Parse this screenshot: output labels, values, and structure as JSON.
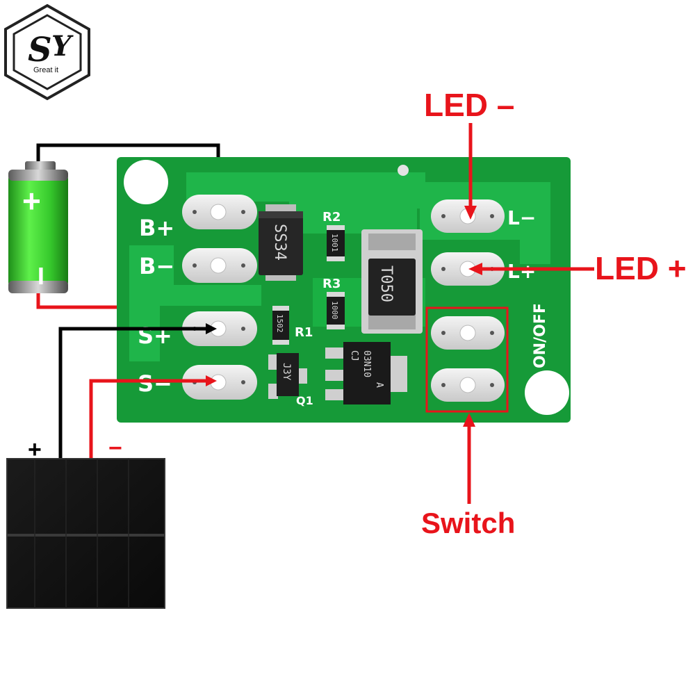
{
  "logo": {
    "monogram_s": "S",
    "monogram_y": "Y",
    "tagline": "Great it"
  },
  "battery": {
    "plus_symbol": "+",
    "minus_symbol": "−"
  },
  "solar_panel": {
    "plus_label": "+",
    "minus_label": "−"
  },
  "board": {
    "pad_labels": [
      "B+",
      "B−",
      "S+",
      "S−"
    ],
    "led_pad_labels": [
      "L−",
      "L+"
    ],
    "switch_label": "ON/OFF",
    "components": {
      "diode": "SS34",
      "r2_ref": "R2",
      "r2_code": "1001",
      "r3_ref": "R3",
      "r3_code": "1000",
      "r1_ref": "R1",
      "r1_code": "1502",
      "inductor": "T050",
      "q1_ref": "Q1",
      "q1_code": "J3Y",
      "ic_code_line1": "CJ",
      "ic_code_line2": "03N10",
      "ic_code_line3": "A"
    }
  },
  "callouts": {
    "led_minus": "LED –",
    "led_plus": "LED +",
    "switch": "Switch"
  },
  "colors": {
    "pcb_green": "#16a23b",
    "pcb_trace": "#1fb849",
    "pad_silver": "#e6e6e6",
    "wire_black": "#000000",
    "wire_red": "#e8141b",
    "callout_red": "#e8141b",
    "battery_green": "#3fd23a"
  }
}
